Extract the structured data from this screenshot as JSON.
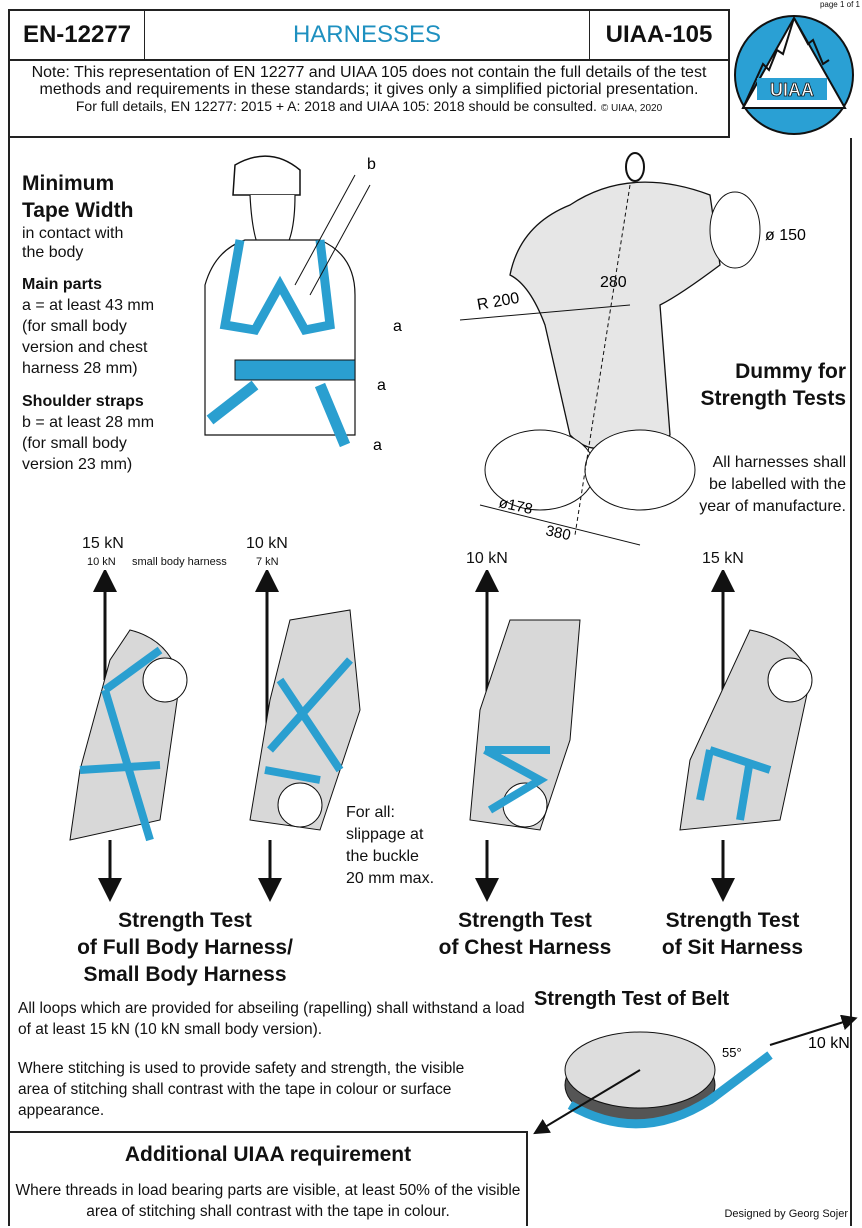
{
  "page_label": "page 1 of 1",
  "header": {
    "left": "EN-12277",
    "title": "HARNESSES",
    "right": "UIAA-105"
  },
  "note": {
    "line1": "Note: This representation of EN 12277 and UIAA 105 does not contain the full details of the test methods and requirements in these standards; it gives only a simplified pictorial presentation.",
    "line2": "For full details, EN 12277: 2015 + A: 2018 and UIAA 105: 2018 should be consulted.",
    "copyright": "© UIAA, 2020"
  },
  "logo": {
    "text": "UIAA"
  },
  "tape": {
    "title_1": "Minimum",
    "title_2": "Tape Width",
    "sub_1": "in contact with",
    "sub_2": "the body",
    "main_head": "Main parts",
    "main_1": "a = at least 43 mm",
    "main_2": "(for small body",
    "main_3": "version and chest",
    "main_4": "harness 28 mm)",
    "shoulder_head": "Shoulder straps",
    "shoulder_1": "b = at least 28 mm",
    "shoulder_2": "(for small body",
    "shoulder_3": "version 23 mm)",
    "dim_a": "a",
    "dim_b": "b"
  },
  "dummy": {
    "title_1": "Dummy for",
    "title_2": "Strength Tests",
    "d150": "ø 150",
    "d280": "280",
    "r200": "R 200",
    "d178": "ø178",
    "d380": "380",
    "label_1": "All harnesses shall",
    "label_2": "be labelled with the",
    "label_3": "year of manufacture."
  },
  "tests": {
    "fb_load": "15 kN",
    "fb_small": "10 kN",
    "small_label": "small body harness",
    "sb_load": "10 kN",
    "sb_small": "7 kN",
    "chest_load": "10 kN",
    "sit_load": "15 kN",
    "slip_1": "For all:",
    "slip_2": "slippage at",
    "slip_3": "the buckle",
    "slip_4": "20 mm max.",
    "fb_title_1": "Strength Test",
    "fb_title_2": "of Full Body Harness/",
    "fb_title_3": "Small Body Harness",
    "chest_title_1": "Strength Test",
    "chest_title_2": "of Chest Harness",
    "sit_title_1": "Strength Test",
    "sit_title_2": "of Sit Harness"
  },
  "belt": {
    "title": "Strength Test of Belt",
    "angle": "55°",
    "load": "10 kN"
  },
  "loops_text": "All loops which are provided for abseiling (rapelling) shall withstand a load of at least 15 kN (10 kN small body version).",
  "stitch_text": "Where stitching is used to provide safety and strength, the visible area of stitching shall contrast with the tape in colour or surface appearance.",
  "additional": {
    "title": "Additional UIAA requirement",
    "text": "Where threads in load bearing parts are visible, at least 50% of the visible area of stitching shall contrast with the tape in colour."
  },
  "credit": "Designed by Georg Sojer",
  "colors": {
    "accent": "#1e90c0",
    "tape": "#2a9fd0",
    "dummy": "#d8d8d8"
  }
}
